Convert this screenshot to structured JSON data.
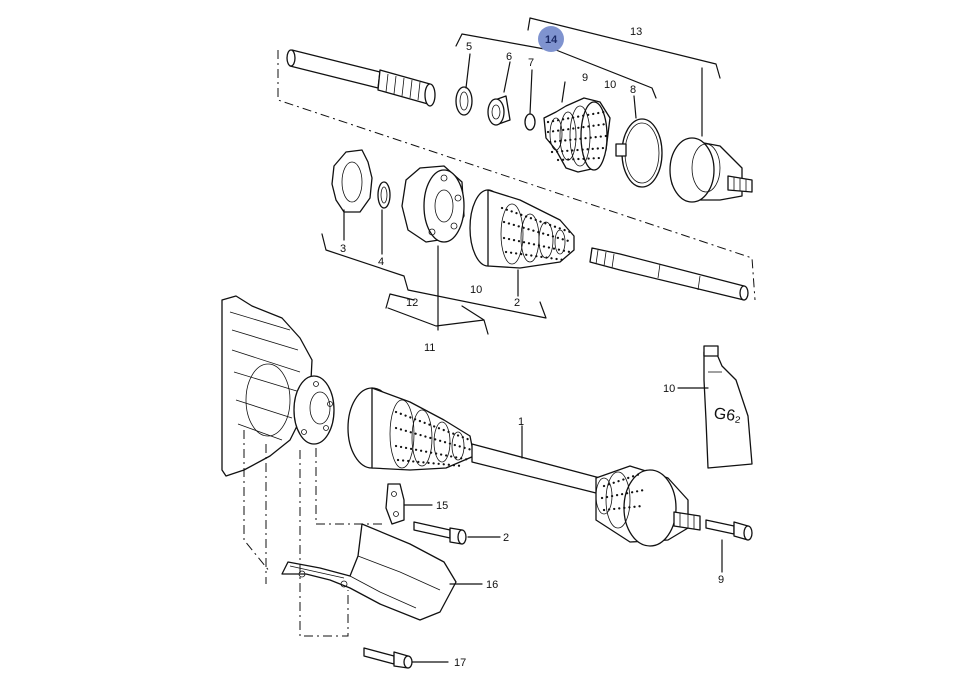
{
  "callouts": [
    {
      "id": "c1",
      "text": "1"
    },
    {
      "id": "c2a",
      "text": "2"
    },
    {
      "id": "c2b",
      "text": "2"
    },
    {
      "id": "c3",
      "text": "3"
    },
    {
      "id": "c4",
      "text": "4"
    },
    {
      "id": "c5",
      "text": "5"
    },
    {
      "id": "c6",
      "text": "6"
    },
    {
      "id": "c7",
      "text": "7"
    },
    {
      "id": "c8",
      "text": "8"
    },
    {
      "id": "c9a",
      "text": "9"
    },
    {
      "id": "c9b",
      "text": "9"
    },
    {
      "id": "c10a",
      "text": "10"
    },
    {
      "id": "c10b",
      "text": "10"
    },
    {
      "id": "c10c",
      "text": "10"
    },
    {
      "id": "c11",
      "text": "11"
    },
    {
      "id": "c12",
      "text": "12"
    },
    {
      "id": "c13",
      "text": "13"
    },
    {
      "id": "c14",
      "text": "14",
      "highlighted": true
    },
    {
      "id": "c15",
      "text": "15"
    },
    {
      "id": "c16",
      "text": "16"
    },
    {
      "id": "c17",
      "text": "17"
    }
  ],
  "grease_tube_label": "G6₂",
  "colors": {
    "line": "#111111",
    "highlight": "#7f93cf",
    "background": "#ffffff"
  }
}
